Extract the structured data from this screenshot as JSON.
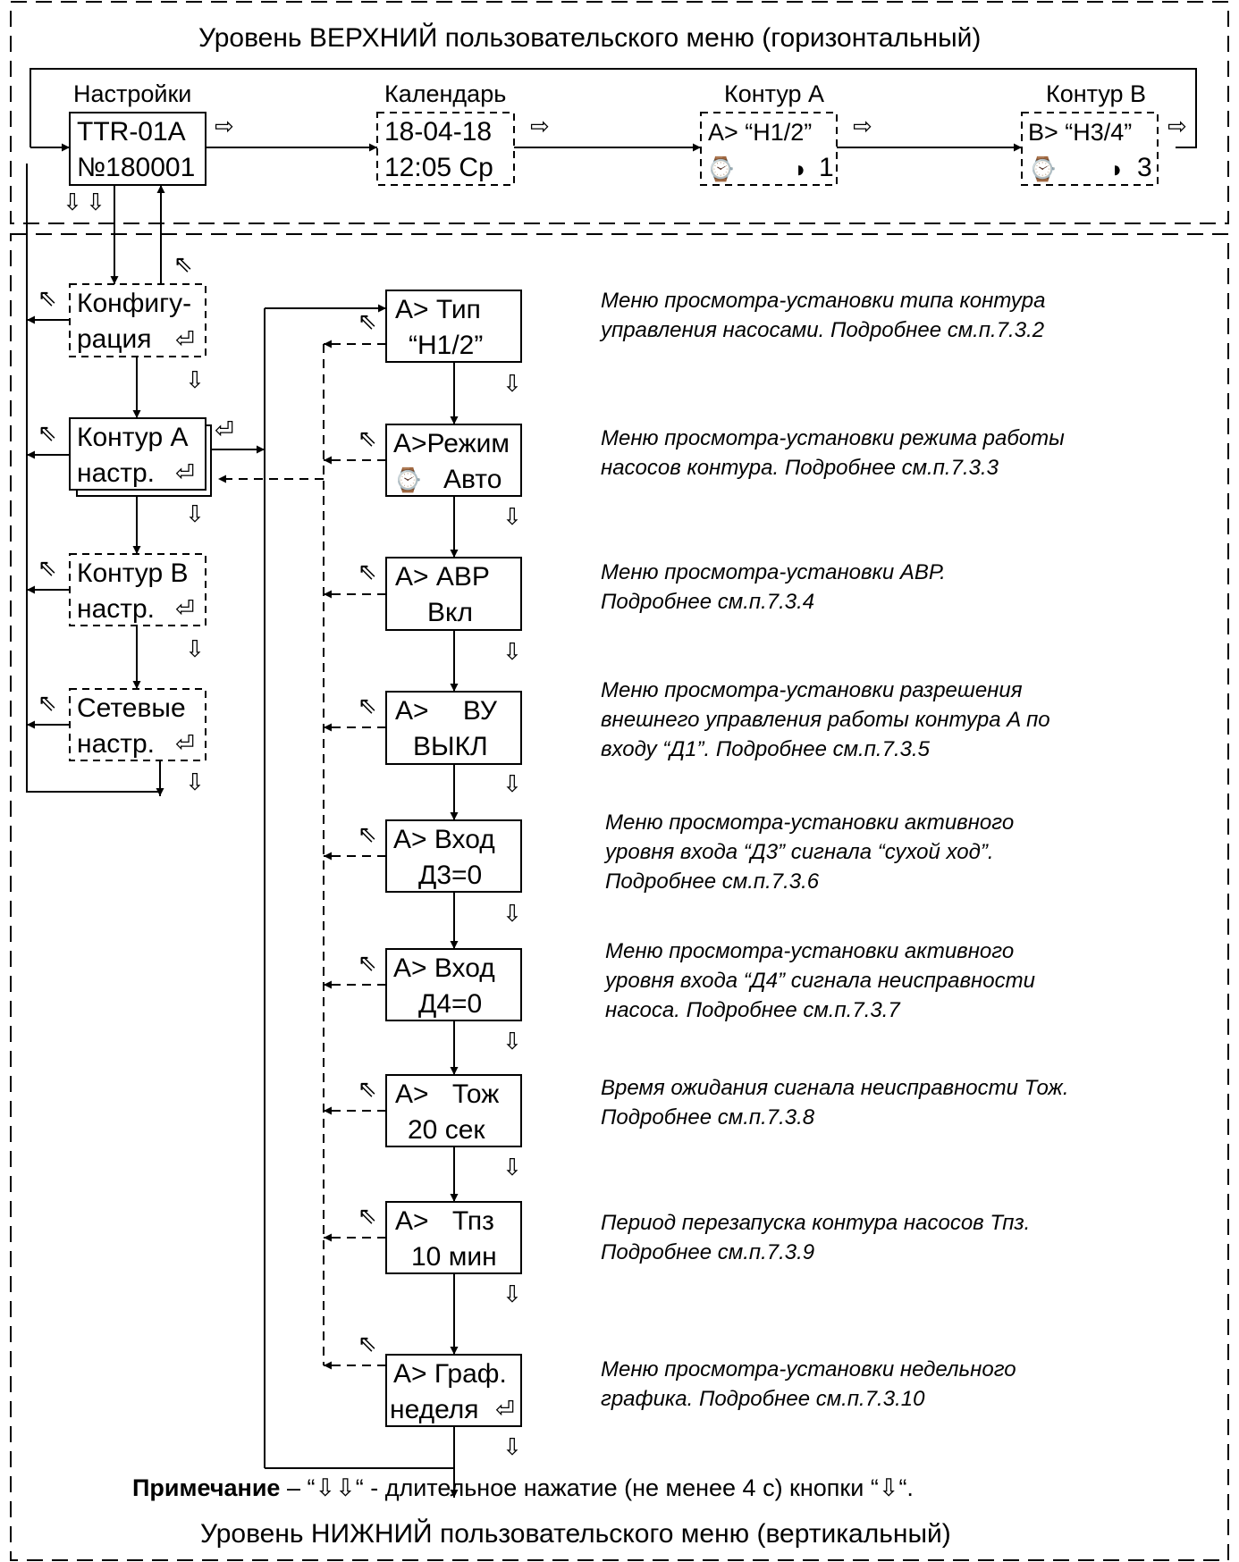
{
  "top_title": "Уровень ВЕРХНИЙ пользовательского меню (горизонтальный)",
  "bottom_title": "Уровень НИЖНИЙ пользовательского меню (вертикальный)",
  "glyphs": {
    "right": "⇨",
    "down": "⇩",
    "back": "⇖",
    "enter": "⏎",
    "clock": "⌚",
    "pump": "◗"
  },
  "top_menu": [
    {
      "label": "Настройки",
      "line1": "TTR-01A",
      "line2": "№180001"
    },
    {
      "label": "Календарь",
      "line1": "18-04-18",
      "line2": "12:05 Ср"
    },
    {
      "label": "Контур А",
      "line1": "A> “H1/2”",
      "line2_num": "1"
    },
    {
      "label": "Контур В",
      "line1": "B> “H3/4”",
      "line2_num": "3"
    }
  ],
  "left_menu": [
    {
      "line1": "Конфигу-",
      "line2": "рация"
    },
    {
      "line1": "Контур А",
      "line2": "настр."
    },
    {
      "line1": "Контур В",
      "line2": "настр."
    },
    {
      "line1": "Сетевые",
      "line2": "настр."
    }
  ],
  "contour_menu": [
    {
      "line1": "A> Тип",
      "line2": "“H1/2”"
    },
    {
      "line1": "A>Режим",
      "line2": "Авто"
    },
    {
      "line1": "A> АВР",
      "line2": "Вкл"
    },
    {
      "line1": "A> ВУ",
      "line2": "ВЫКЛ"
    },
    {
      "line1": "A> Вход",
      "line2": "Д3=0"
    },
    {
      "line1": "A> Вход",
      "line2": "Д4=0"
    },
    {
      "line1": "A> Тож",
      "line2": "20 сек"
    },
    {
      "line1": "A> Тпз",
      "line2": "10 мин"
    },
    {
      "line1": "A> Граф.",
      "line2": "неделя"
    }
  ],
  "descriptions": [
    [
      "Меню просмотра-установки типа контура",
      "управления насосами.  Подробнее см.п.7.3.2"
    ],
    [
      "Меню просмотра-установки  режима работы",
      "насосов контура. Подробнее см.п.7.3.3"
    ],
    [
      "Меню просмотра-установки АВР.",
      "Подробнее см.п.7.3.4"
    ],
    [
      "Меню просмотра-установки разрешения",
      "внешнего управления работы контура A по",
      "входу “Д1”.  Подробнее см.п.7.3.5"
    ],
    [
      "Меню просмотра-установки активного",
      "уровня входа “Д3” сигнала “сухой ход”.",
      "Подробнее см.п.7.3.6"
    ],
    [
      "Меню просмотра-установки активного",
      "уровня входа “Д4” сигнала неисправности",
      "насоса.  Подробнее см.п.7.3.7"
    ],
    [
      "Время ожидания сигнала неисправности Тож.",
      "Подробнее см.п.7.3.8"
    ],
    [
      "Период перезапуска контура насосов Тпз.",
      "Подробнее см.п.7.3.9"
    ],
    [
      "Меню просмотра-установки  недельного",
      "графика. Подробнее см.п.7.3.10"
    ]
  ],
  "note": {
    "bold": "Примечание",
    "text1": " – “",
    "text2": "“ - длительное нажатие (не менее 4 с) кнопки “",
    "text3": "“."
  }
}
